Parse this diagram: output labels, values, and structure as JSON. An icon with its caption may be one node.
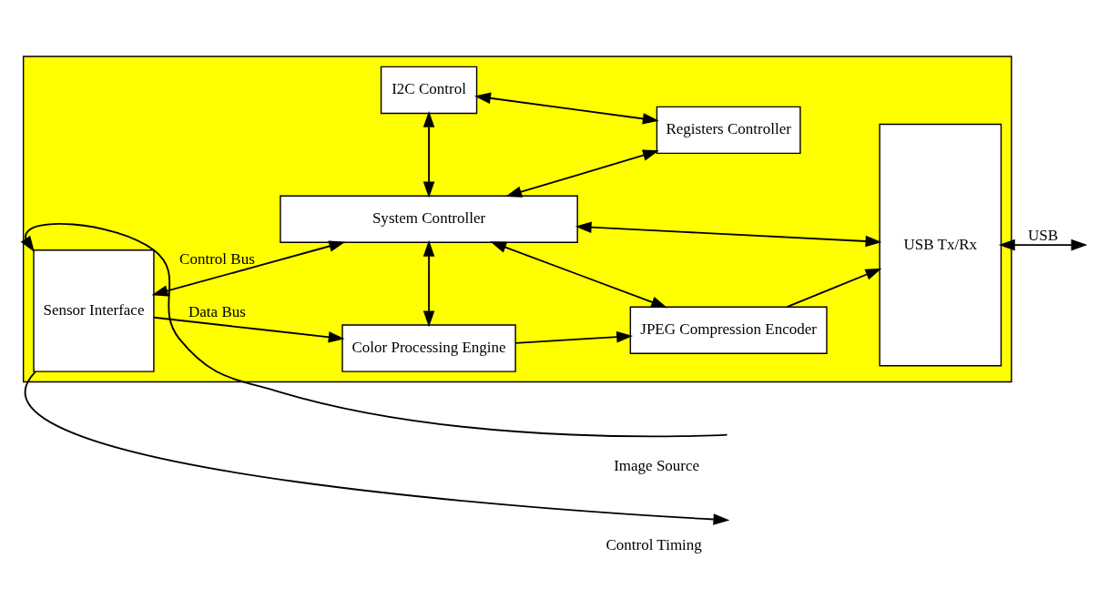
{
  "diagram": {
    "nodes": [
      {
        "text": [],
        "shape": "box"
      },
      {
        "text": [
          "Sensor Interface"
        ],
        "in": 0
      },
      {
        "text": [
          "Color Processing Engine"
        ],
        "in": 0
      },
      {
        "text": [
          "JPEG Compression Encoder"
        ],
        "in": 0
      },
      {
        "text": [
          "System Controller"
        ],
        "in": 0
      },
      {
        "text": [
          "USB Tx/Rx"
        ],
        "in": 0
      },
      {
        "text": [
          "I2C Control"
        ],
        "in": 0
      },
      {
        "text": [
          "Registers Controller"
        ],
        "in": 0
      }
    ],
    "edges": [
      {
        "from": null,
        "to": 1,
        "arrow": "to",
        "label": "Image Source"
      },
      {
        "from": 1,
        "to": null,
        "arrow": "to",
        "label": "Control Timing"
      },
      {
        "from": 1,
        "to": 2,
        "arrow": "to",
        "label": "Data Bus"
      },
      {
        "from": 2,
        "to": 3,
        "arrow": "to"
      },
      {
        "from": 3,
        "to": 5,
        "arrow": "to"
      },
      {
        "from": 2,
        "to": 4,
        "arrow": "both"
      },
      {
        "from": 3,
        "to": 4,
        "arrow": "both"
      },
      {
        "from": 1,
        "to": 4,
        "arrow": "both",
        "label": "Control Bus"
      },
      {
        "from": 4,
        "to": 5,
        "arrow": "both"
      },
      {
        "from": 4,
        "to": 6,
        "arrow": "both"
      },
      {
        "from": 4,
        "to": 7,
        "arrow": "both"
      },
      {
        "from": 6,
        "to": 7,
        "arrow": "both"
      },
      {
        "from": 5,
        "to": null,
        "arrow": "both",
        "label": "USB"
      }
    ]
  }
}
